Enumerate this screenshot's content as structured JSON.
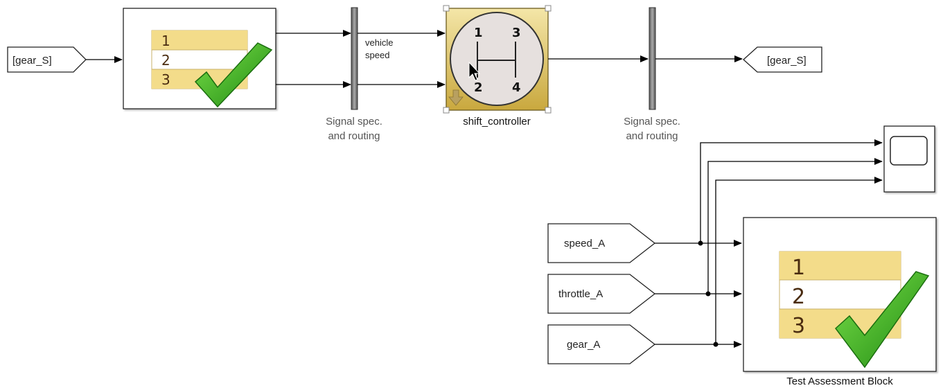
{
  "goto_tag": {
    "label": "[gear_S]"
  },
  "from_tag": {
    "label": "[gear_S]"
  },
  "verify_block_small": {
    "rows": [
      "1",
      "2",
      "3"
    ]
  },
  "demux_left": {
    "caption_line1": "Signal spec.",
    "caption_line2": "and routing"
  },
  "demux_right": {
    "caption_line1": "Signal spec.",
    "caption_line2": "and routing"
  },
  "signal_label": {
    "line1": "vehicle",
    "line2": "speed"
  },
  "shift_controller": {
    "caption": "shift_controller",
    "gears": [
      "1",
      "3",
      "2",
      "4"
    ]
  },
  "inports": [
    {
      "label": "speed_A"
    },
    {
      "label": "throttle_A"
    },
    {
      "label": "gear_A"
    }
  ],
  "test_assessment": {
    "caption": "Test Assessment Block",
    "rows": [
      "1",
      "2",
      "3"
    ]
  },
  "colors": {
    "row_highlight": "#f3dc8a",
    "check_green": "#33a81e",
    "controller_gold": "#d8bf5a",
    "bus_gray": "#777777"
  }
}
